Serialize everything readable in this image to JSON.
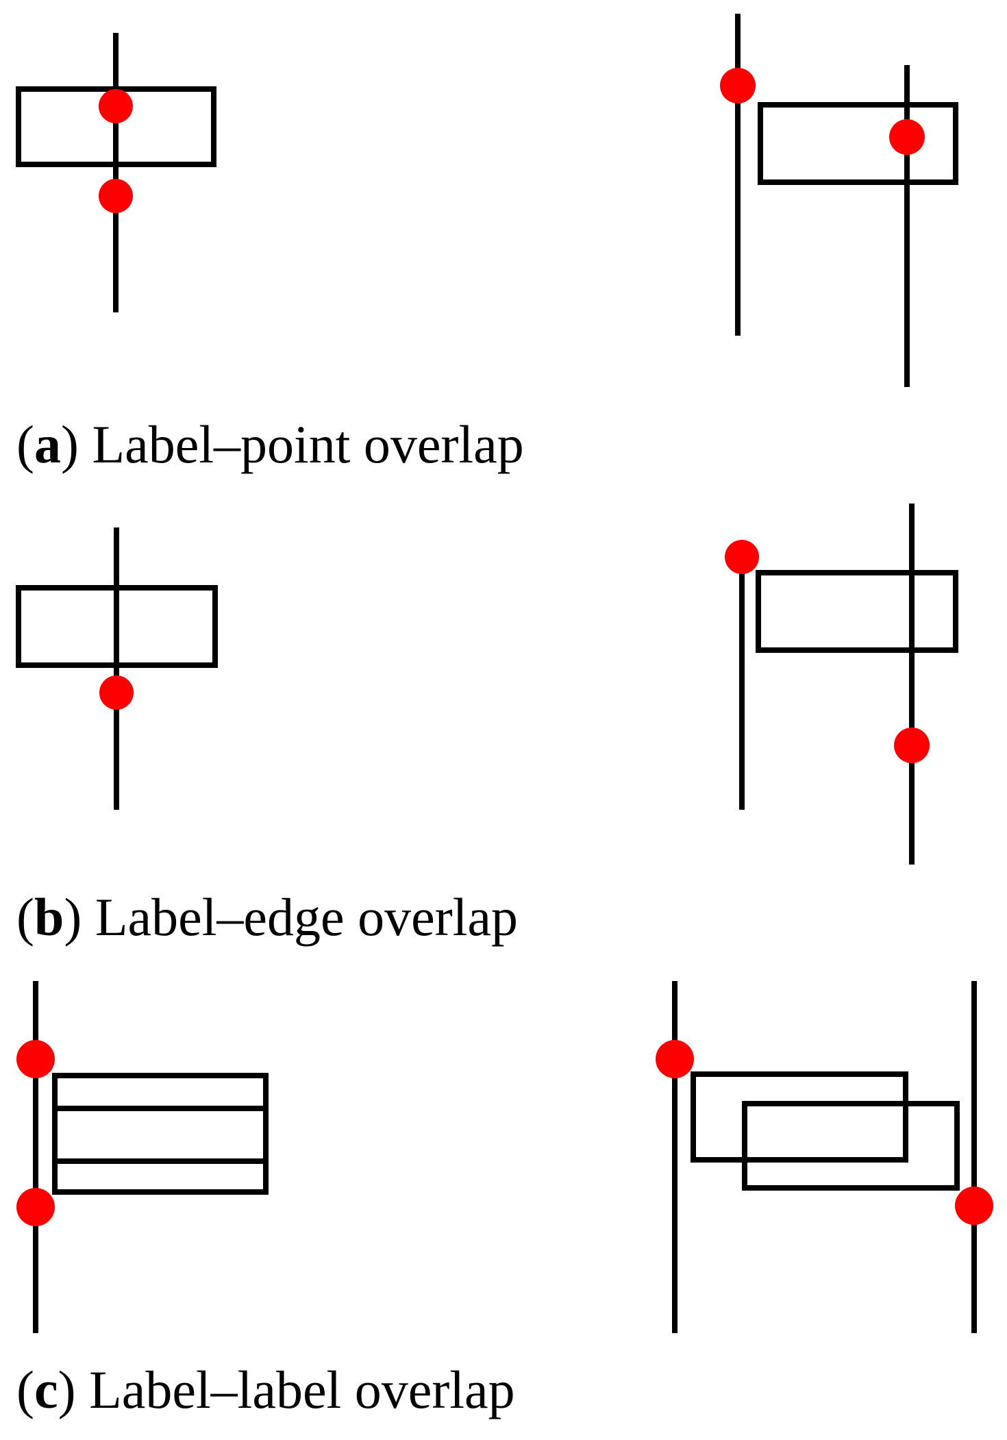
{
  "captions": [
    {
      "letter": "a",
      "text": "Label–point overlap"
    },
    {
      "letter": "b",
      "text": "Label–edge overlap"
    },
    {
      "letter": "c",
      "text": "Label–label overlap"
    }
  ],
  "colors": {
    "stroke": "#000000",
    "point": "#ff0000",
    "background": "#ffffff"
  }
}
